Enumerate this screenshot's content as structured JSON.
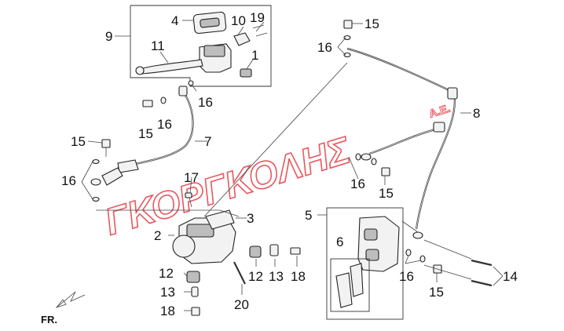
{
  "watermark": {
    "main": "ΓΚΟΡΓΚΟΛΗΣ",
    "suffix": "Α.Ε."
  },
  "direction_label": "FR.",
  "callouts": {
    "c1": "1",
    "c2": "2",
    "c3": "3",
    "c4": "4",
    "c5": "5",
    "c6": "6",
    "c7": "7",
    "c8": "8",
    "c9": "9",
    "c10": "10",
    "c11": "11",
    "c12a": "12",
    "c12b": "12",
    "c13a": "13",
    "c13b": "13",
    "c14": "14",
    "c15a": "15",
    "c15b": "15",
    "c15c": "15",
    "c15d": "15",
    "c15e": "15",
    "c16a": "16",
    "c16b": "16",
    "c16c": "16",
    "c16d": "16",
    "c16e": "16",
    "c16f": "16",
    "c17": "17",
    "c18a": "18",
    "c18b": "18",
    "c19": "19",
    "c20": "20"
  },
  "colors": {
    "watermark": "#e8585f",
    "lines": "#222222",
    "background": "#ffffff"
  }
}
